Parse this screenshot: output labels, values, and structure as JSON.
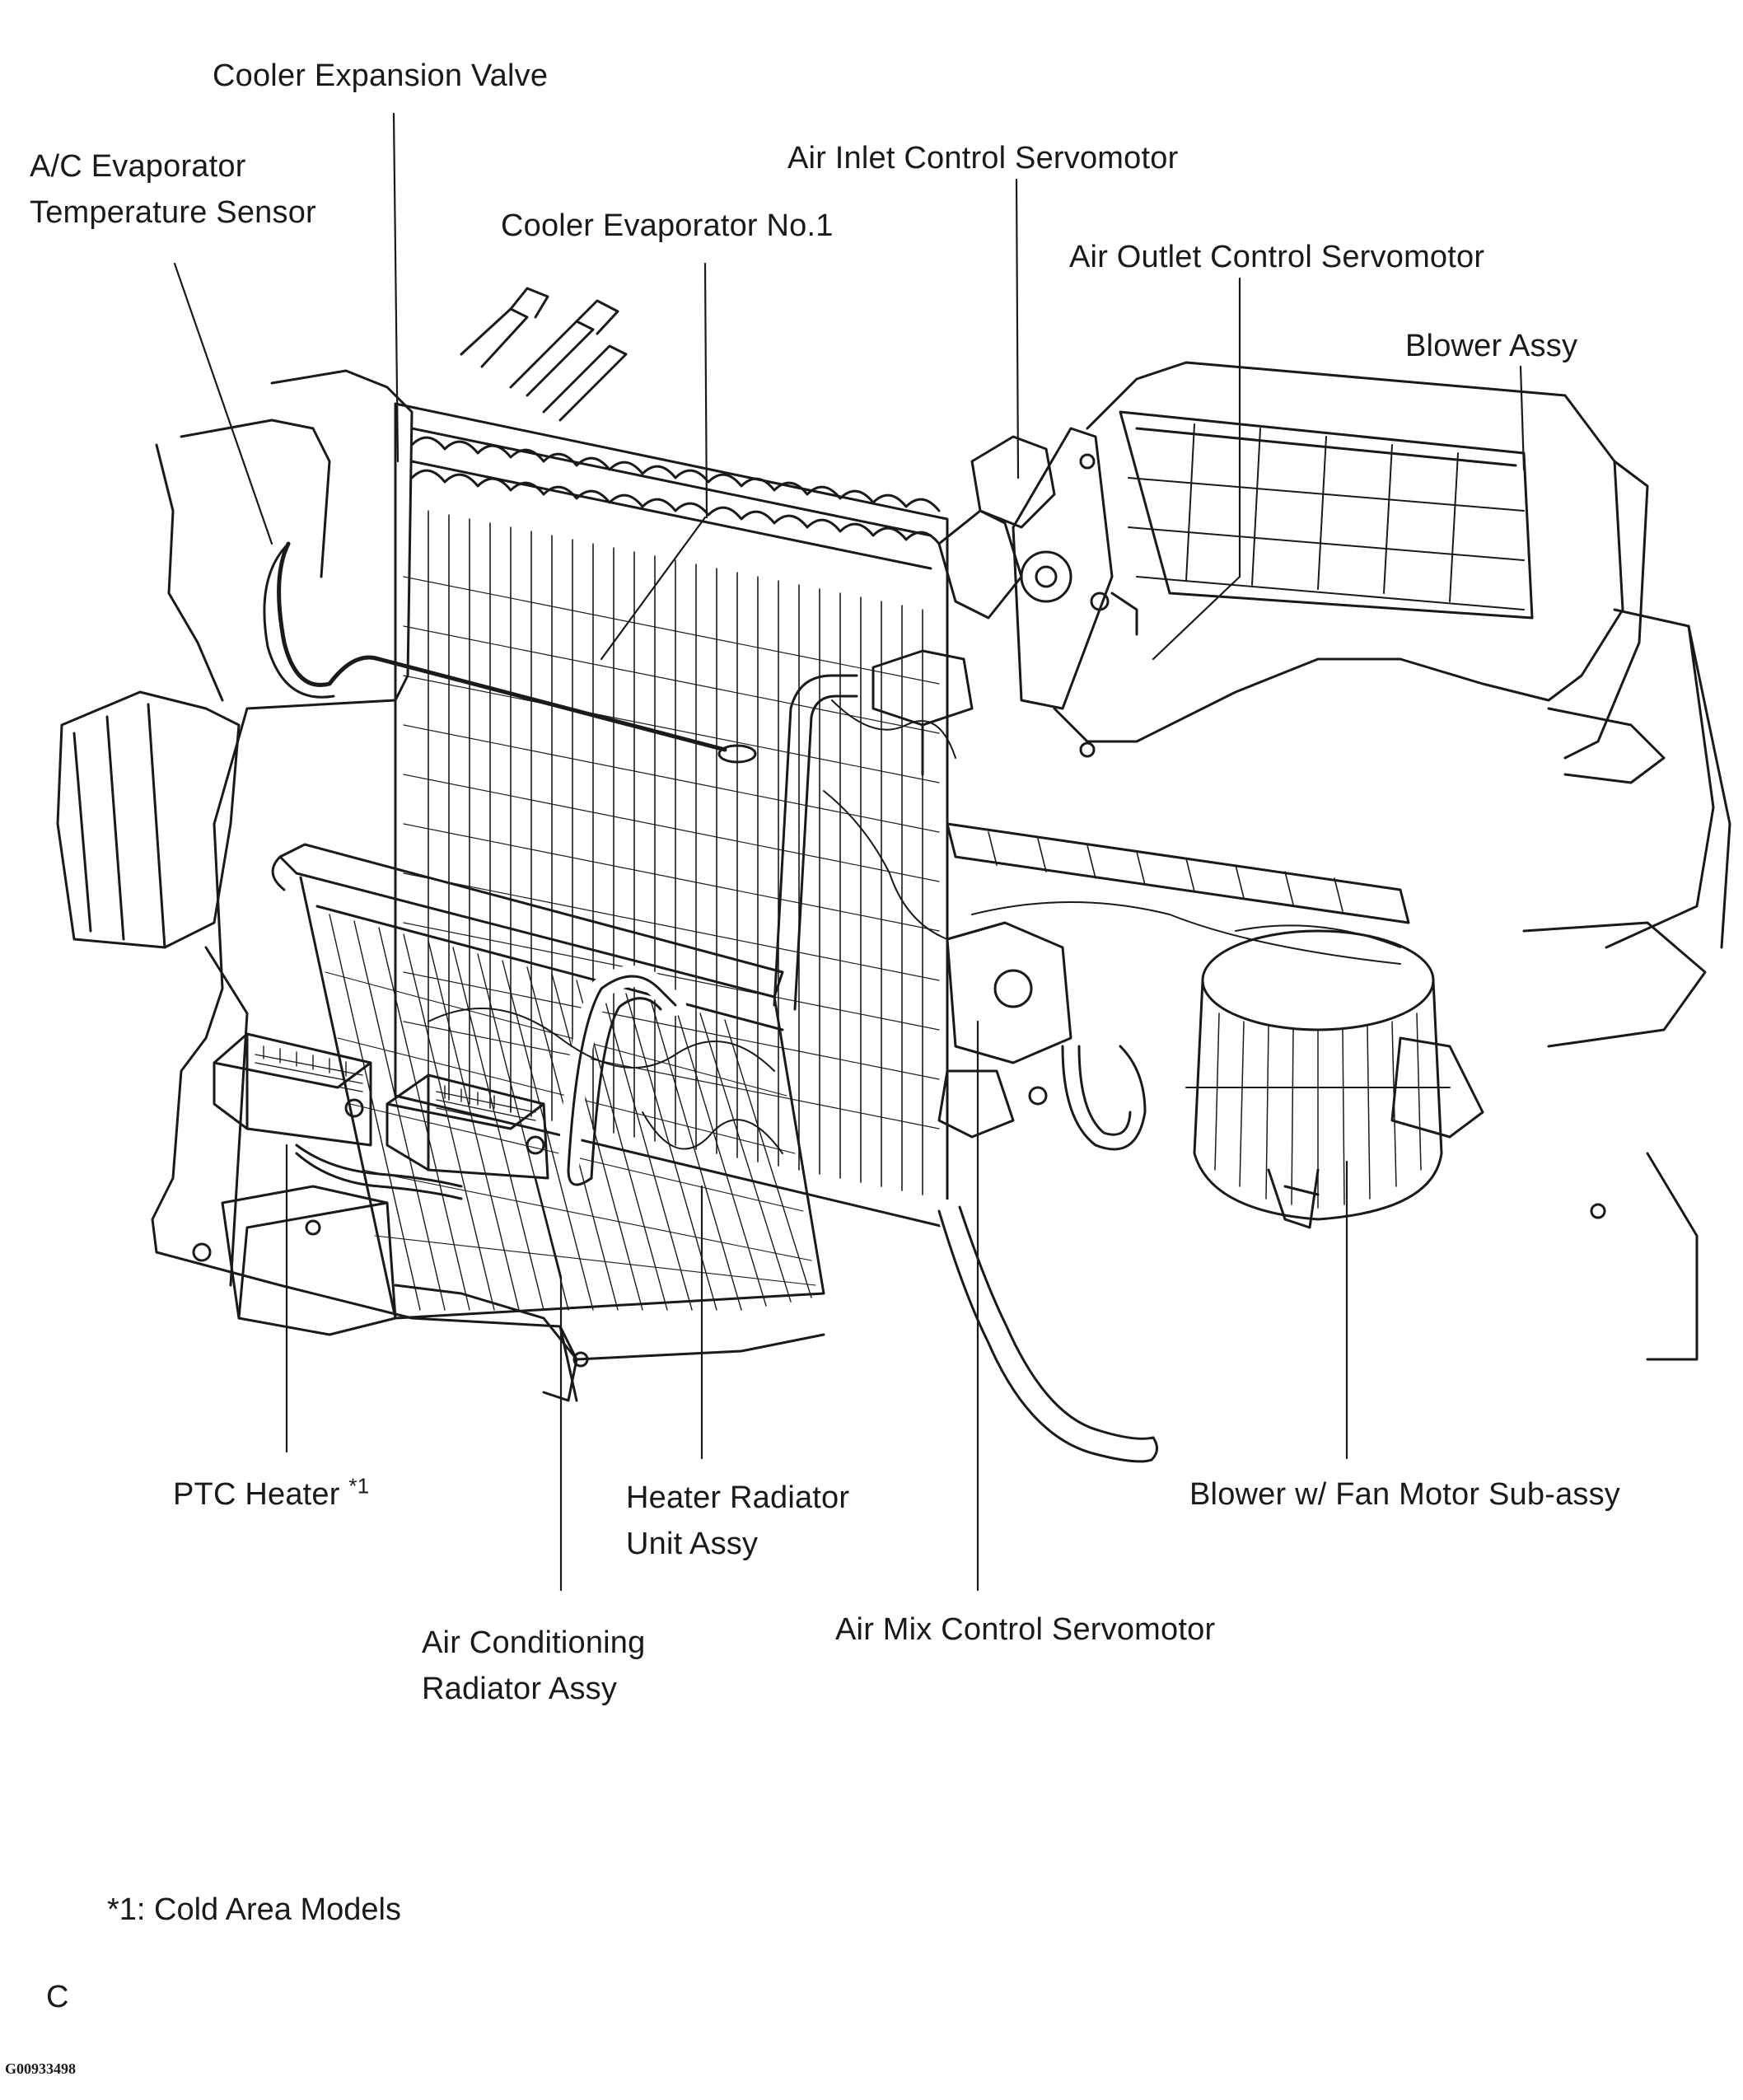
{
  "labels": {
    "expansion_valve": "Cooler Expansion Valve",
    "evap_sensor_line1": "A/C Evaporator",
    "evap_sensor_line2": "Temperature Sensor",
    "evaporator": "Cooler Evaporator No.1",
    "inlet_servo": "Air Inlet Control Servomotor",
    "outlet_servo": "Air Outlet Control Servomotor",
    "blower_assy": "Blower Assy",
    "ptc_heater": "PTC Heater",
    "ptc_heater_mark": "*1",
    "heater_radiator_line1": "Heater Radiator",
    "heater_radiator_line2": "Unit Assy",
    "blower_motor": "Blower w/ Fan Motor Sub-assy",
    "air_mix_servo": "Air Mix Control Servomotor",
    "ac_radiator_line1": "Air Conditioning",
    "ac_radiator_line2": "Radiator Assy"
  },
  "footnote": "*1: Cold Area Models",
  "section_code": "C",
  "figure_id": "G00933498"
}
